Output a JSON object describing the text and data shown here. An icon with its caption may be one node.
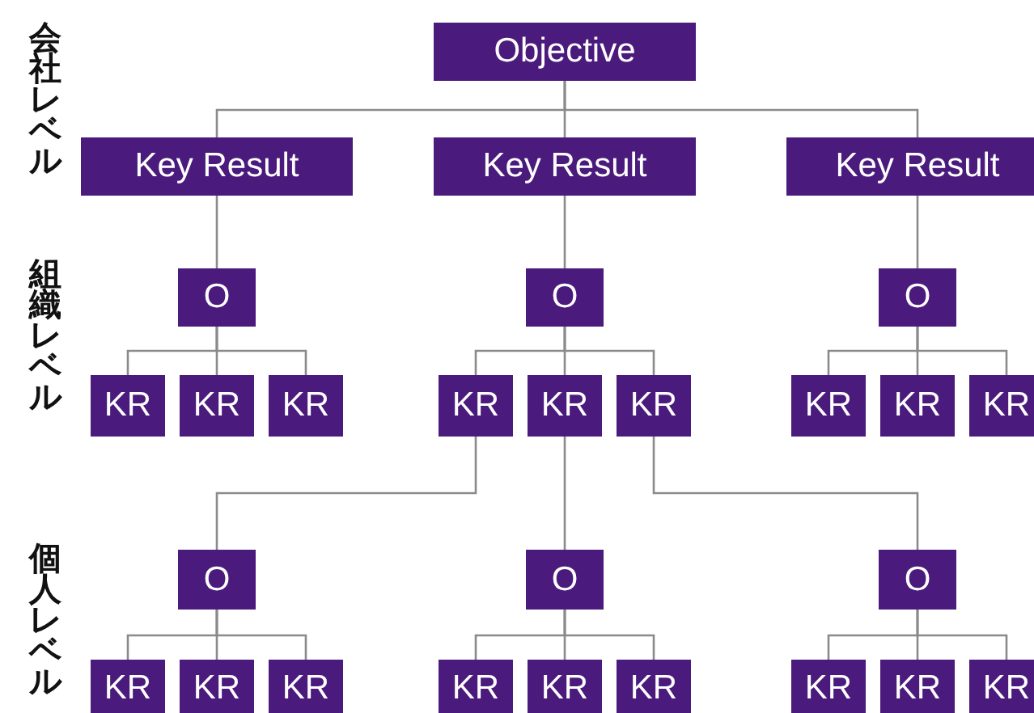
{
  "diagram": {
    "nodes": [
      {
        "text": [
          "Objective"
        ]
      },
      {
        "text": [
          "Key Result"
        ]
      },
      {
        "text": [
          "Key Result"
        ]
      },
      {
        "text": [
          "Key Result"
        ]
      },
      {
        "text": [
          "O"
        ]
      },
      {
        "text": [
          "O"
        ]
      },
      {
        "text": [
          "O"
        ]
      },
      {
        "text": [
          "KR"
        ]
      },
      {
        "text": [
          "KR"
        ]
      },
      {
        "text": [
          "KR"
        ]
      },
      {
        "text": [
          "KR"
        ]
      },
      {
        "text": [
          "KR"
        ]
      },
      {
        "text": [
          "KR"
        ]
      },
      {
        "text": [
          "KR"
        ]
      },
      {
        "text": [
          "KR"
        ]
      },
      {
        "text": [
          "KR"
        ]
      },
      {
        "text": [
          "O"
        ]
      },
      {
        "text": [
          "O"
        ]
      },
      {
        "text": [
          "O"
        ]
      },
      {
        "text": [
          "KR"
        ]
      },
      {
        "text": [
          "KR"
        ]
      },
      {
        "text": [
          "KR"
        ]
      },
      {
        "text": [
          "KR"
        ]
      },
      {
        "text": [
          "KR"
        ]
      },
      {
        "text": [
          "KR"
        ]
      },
      {
        "text": [
          "KR"
        ]
      },
      {
        "text": [
          "KR"
        ]
      },
      {
        "text": [
          "KR"
        ]
      }
    ],
    "edges": [
      {
        "from": 0,
        "to": 1,
        "arrow": "none"
      },
      {
        "from": 0,
        "to": 2,
        "arrow": "none"
      },
      {
        "from": 0,
        "to": 3,
        "arrow": "none"
      },
      {
        "from": 1,
        "to": 4,
        "arrow": "none"
      },
      {
        "from": 2,
        "to": 5,
        "arrow": "none"
      },
      {
        "from": 3,
        "to": 6,
        "arrow": "none"
      },
      {
        "from": 4,
        "to": 7,
        "arrow": "none"
      },
      {
        "from": 4,
        "to": 8,
        "arrow": "none"
      },
      {
        "from": 4,
        "to": 9,
        "arrow": "none"
      },
      {
        "from": 5,
        "to": 10,
        "arrow": "none"
      },
      {
        "from": 5,
        "to": 11,
        "arrow": "none"
      },
      {
        "from": 5,
        "to": 12,
        "arrow": "none"
      },
      {
        "from": 6,
        "to": 13,
        "arrow": "none"
      },
      {
        "from": 6,
        "to": 14,
        "arrow": "none"
      },
      {
        "from": 6,
        "to": 15,
        "arrow": "none"
      },
      {
        "from": 10,
        "to": 16,
        "arrow": "none"
      },
      {
        "from": 11,
        "to": 17,
        "arrow": "none"
      },
      {
        "from": 12,
        "to": 18,
        "arrow": "none"
      },
      {
        "from": 16,
        "to": 19,
        "arrow": "none"
      },
      {
        "from": 16,
        "to": 20,
        "arrow": "none"
      },
      {
        "from": 16,
        "to": 21,
        "arrow": "none"
      },
      {
        "from": 17,
        "to": 22,
        "arrow": "none"
      },
      {
        "from": 17,
        "to": 23,
        "arrow": "none"
      },
      {
        "from": 17,
        "to": 24,
        "arrow": "none"
      },
      {
        "from": 18,
        "to": 25,
        "arrow": "none"
      },
      {
        "from": 18,
        "to": 26,
        "arrow": "none"
      },
      {
        "from": 18,
        "to": 27,
        "arrow": "none"
      }
    ],
    "labels": [
      "会社レベル",
      "組織レベル",
      "個人レベル"
    ]
  }
}
